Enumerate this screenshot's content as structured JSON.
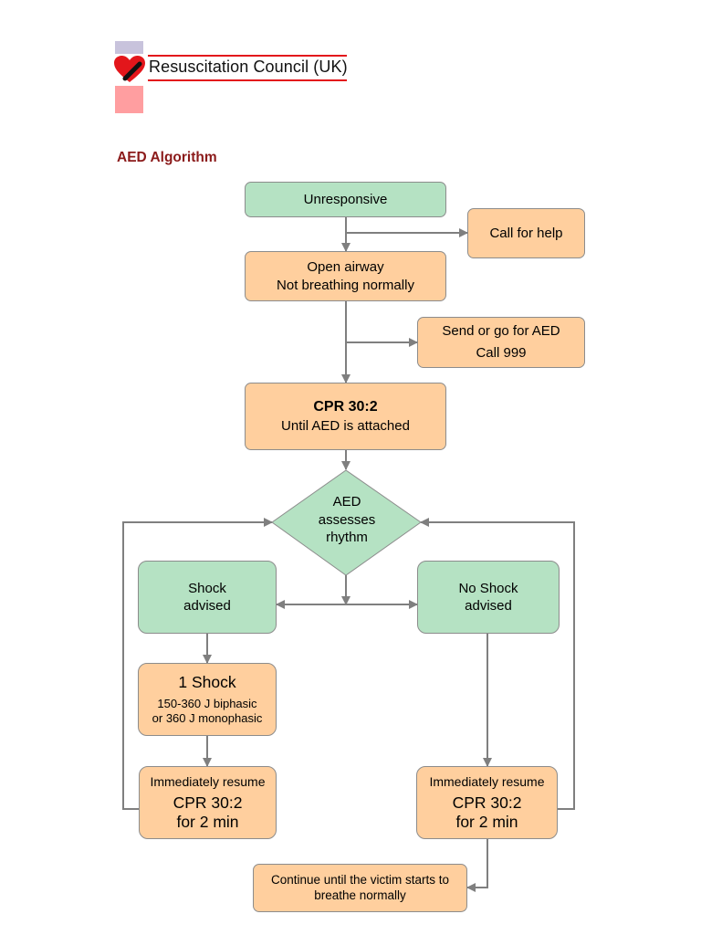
{
  "header": {
    "organization": "Resuscitation Council (UK)",
    "logo_icon": "heart-icon",
    "colors": {
      "brand_red": "#e3161b",
      "square_lilac": "#c8c3dc",
      "square_pink": "#ff9ea0"
    }
  },
  "page_title": "AED Algorithm",
  "colors": {
    "title": "#8b1a1a",
    "green_node": "#b5e2c3",
    "orange_node": "#ffcf9e",
    "connector": "#7f7f7f"
  },
  "flowchart": {
    "unresponsive": "Unresponsive",
    "call_for_help": "Call for help",
    "open_airway": {
      "line1": "Open airway",
      "line2": "Not breathing normally"
    },
    "send_for_aed": {
      "line1": "Send or go for AED",
      "line2": "Call 999"
    },
    "cpr_initial": {
      "line1": "CPR 30:2",
      "line2": "Until AED is attached"
    },
    "aed_assesses": {
      "line1": "AED",
      "line2": "assesses",
      "line3": "rhythm"
    },
    "shock_advised": {
      "line1": "Shock",
      "line2": "advised"
    },
    "no_shock_advised": {
      "line1": "No Shock",
      "line2": "advised"
    },
    "one_shock": {
      "line1": "1 Shock",
      "line2": "150-360 J biphasic",
      "line3": "or 360 J monophasic"
    },
    "resume_left": {
      "line1": "Immediately resume",
      "line2": "CPR 30:2",
      "line3": "for 2 min"
    },
    "resume_right": {
      "line1": "Immediately resume",
      "line2": "CPR 30:2",
      "line3": "for 2 min"
    },
    "continue": {
      "line1": "Continue until the victim starts to",
      "line2": "breathe normally"
    }
  }
}
